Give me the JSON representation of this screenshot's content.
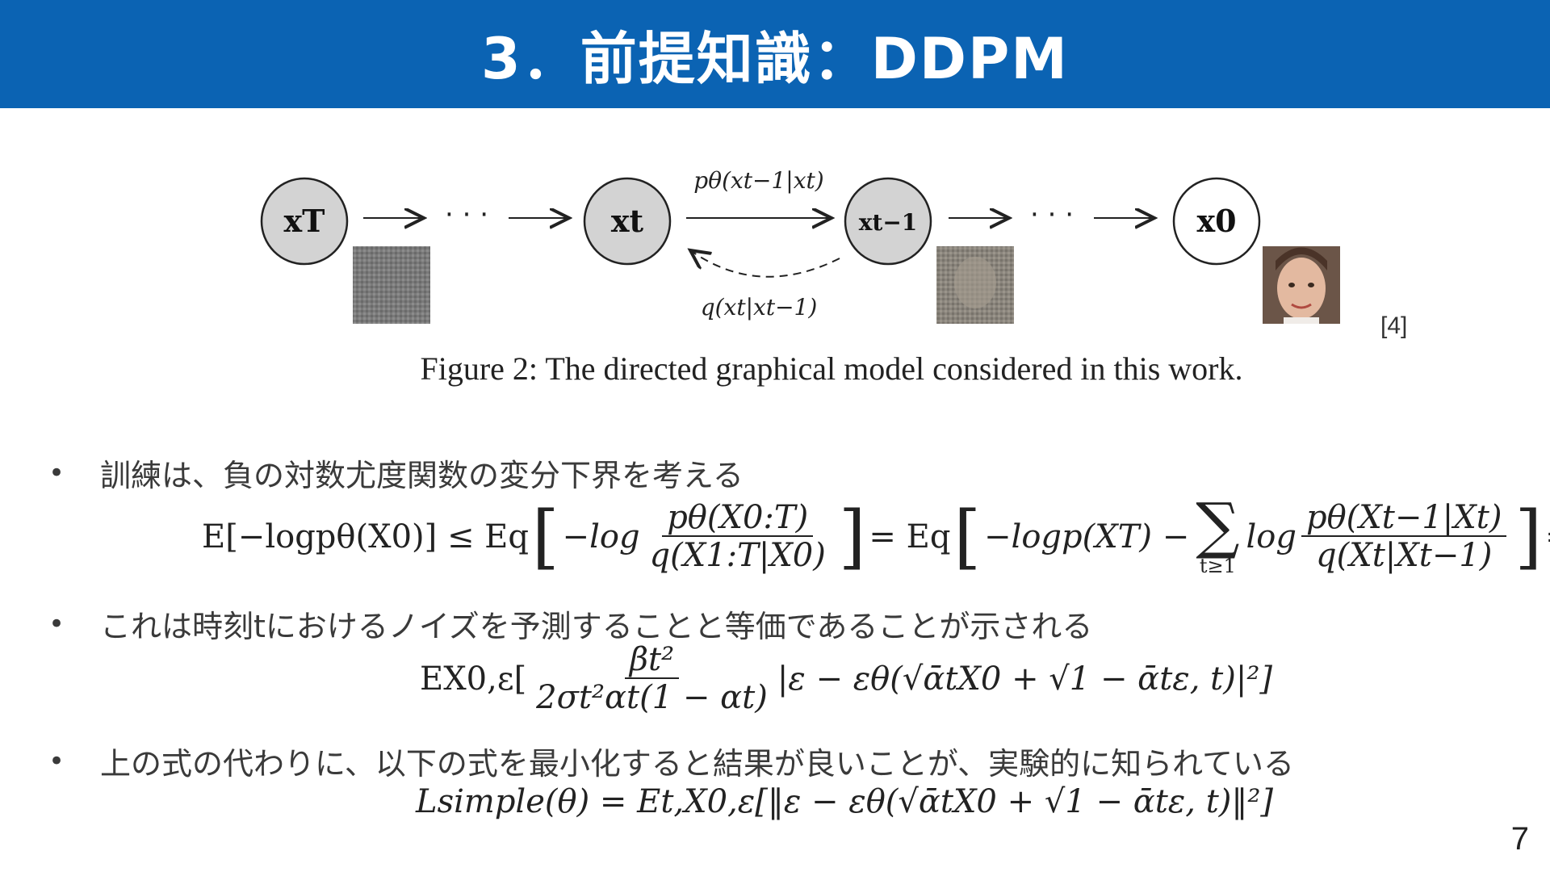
{
  "title": "3．前提知識：DDPM",
  "figure": {
    "node_xT": "xT",
    "node_xt": "xt",
    "node_xt1": "xt−1",
    "node_x0": "x0",
    "dots": "· · ·",
    "p_label": "pθ(xt−1|xt)",
    "q_label": "q(xt|xt−1)",
    "caption": "Figure 2: The directed graphical model considered in this work.",
    "reference": "[4]"
  },
  "bullets": [
    {
      "marker": "•",
      "text": "訓練は、負の対数尤度関数の変分下界を考える"
    },
    {
      "marker": "•",
      "text": "これは時刻tにおけるノイズを予測することと等価であることが示される"
    },
    {
      "marker": "•",
      "text": "上の式の代わりに、以下の式を最小化すると結果が良いことが、実験的に知られている"
    }
  ],
  "equations": {
    "eq1": {
      "lhs": "E[−logpθ(X0)] ≤ Eq",
      "term1_prefix": "−log",
      "term1_num": "pθ(X0:T)",
      "term1_den": "q(X1:T|X0)",
      "mid": "= Eq",
      "term2_prefix": "−logp(XT) −",
      "sum_sub": "t≥1",
      "term2_log": "log",
      "term2_num": "pθ(Xt−1|Xt)",
      "term2_den": "q(Xt|Xt−1)",
      "rhs": "= L"
    },
    "eq2": {
      "prefix": "EX0,ε[",
      "num": "βt²",
      "den": "2σt²αt(1 − αt)",
      "body": "|ε − εθ(√ᾱtX0 + √1 − ᾱtε, t)|²]"
    },
    "eq3": {
      "text": "Lsimple(θ) = Et,X0,ε[‖ε − εθ(√ᾱtX0 + √1 − ᾱtε, t)‖²]"
    }
  },
  "page_number": "7"
}
